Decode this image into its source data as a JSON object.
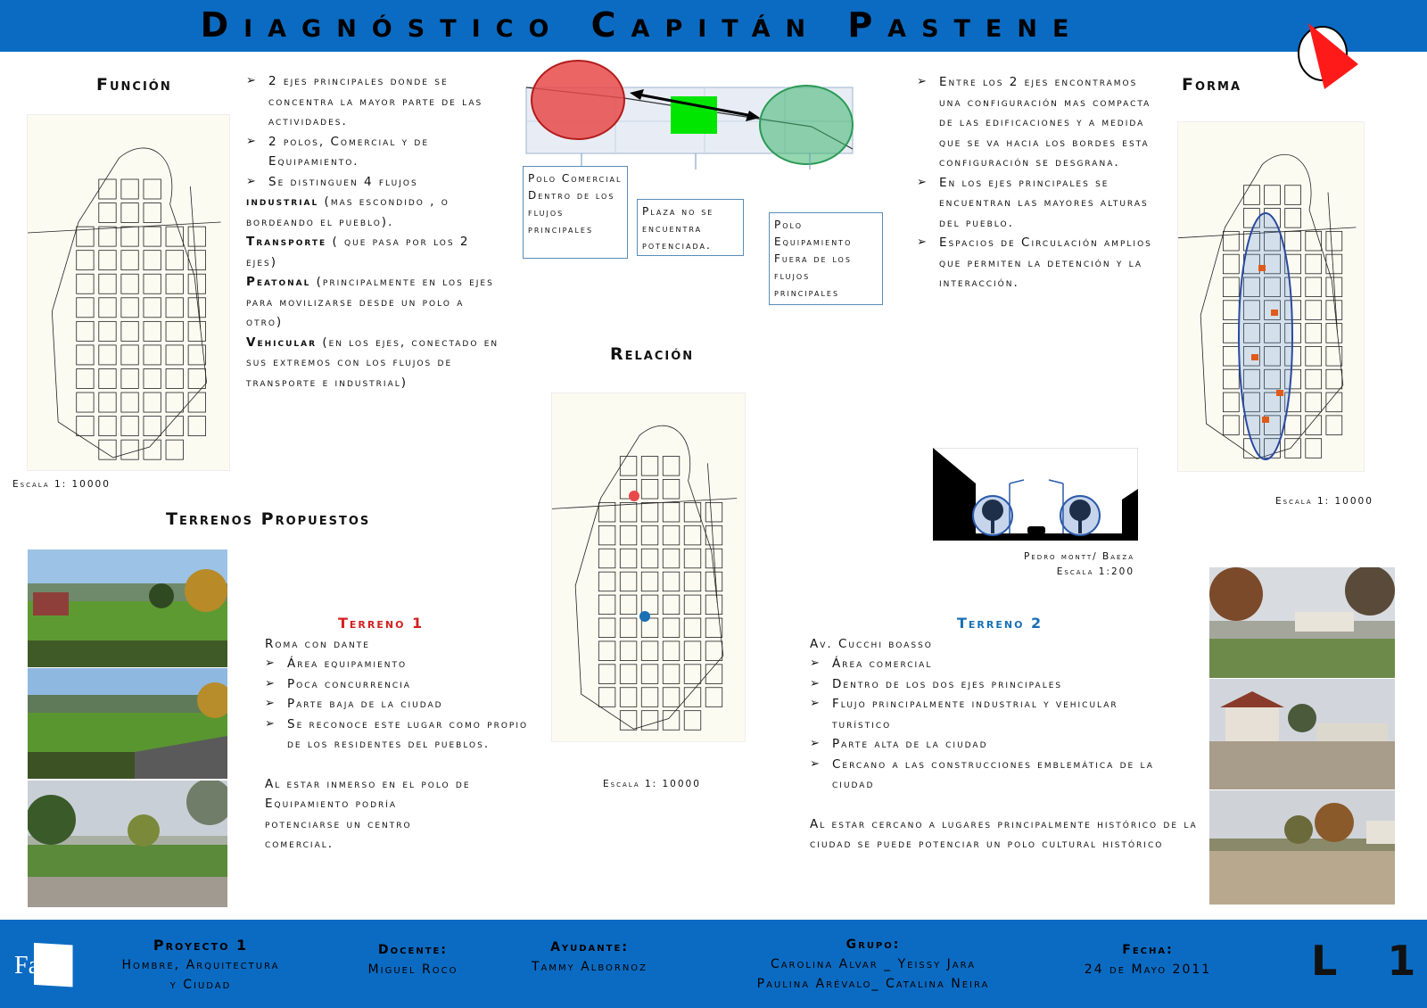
{
  "header": {
    "title": "Diagnóstico Capitán Pastene",
    "accent_color": "#0b6bc2"
  },
  "funcion": {
    "heading": "Función",
    "scale": "Escala 1: 10000",
    "bullet_1": "2 ejes principales donde se concentra la mayor parte de las actividades.",
    "bullet_2": "2 polos, Comercial y de Equipamiento.",
    "bullet_3": "Se distinguen 4 flujos",
    "flows": [
      {
        "name": "industrial",
        "desc": " (mas escondido , o bordeando el pueblo)."
      },
      {
        "name": "Transporte",
        "desc": " ( que pasa por los 2 ejes)"
      },
      {
        "name": "Peatonal",
        "desc": " (principalmente en los ejes para movilizarse desde un polo a otro)"
      },
      {
        "name": "Vehicular",
        "desc": " (en los ejes, conectado en sus extremos con los flujos de transporte e industrial)"
      }
    ]
  },
  "diagram": {
    "box_comercial": "Polo Comercial Dentro de los flujos principales",
    "box_plaza": "Plaza no se encuentra potenciada.",
    "box_equipamiento": "Polo Equipamiento Fuera de los flujos principales",
    "colors": {
      "comercial": "#e84a4a",
      "plaza": "#00e600",
      "equipamiento": "#3cb46e"
    }
  },
  "relacion": {
    "heading": "Relación",
    "scale": "Escala 1: 10000"
  },
  "forma": {
    "heading": "Forma",
    "scale": "Escala 1: 10000",
    "bullets": [
      "Entre los 2 ejes encontramos una configuración mas compacta de las edificaciones y a medida que se va hacia los bordes esta configuración se desgrana.",
      "En los ejes principales se encuentran las mayores alturas del pueblo.",
      "Espacios de Circulación amplios que permiten la detención y la interacción."
    ]
  },
  "section": {
    "caption_line1": "Pedro montt/ Baeza",
    "caption_line2": "Escala 1:200"
  },
  "terrenos": {
    "heading": "Terrenos Propuestos"
  },
  "terreno1": {
    "title": "Terreno 1",
    "title_color": "#d42020",
    "location": "Roma con dante",
    "bullets": [
      "Área equipamiento",
      "Poca concurrencia",
      "Parte baja de la ciudad",
      "Se reconoce este lugar como propio de los residentes del pueblos."
    ],
    "conclusion": "Al estar inmerso en el polo de Equipamiento podría potenciarse un centro comercial."
  },
  "terreno2": {
    "title": "Terreno 2",
    "title_color": "#1a6fb5",
    "location": "Av. Cucchi boasso",
    "bullets": [
      "Área comercial",
      "Dentro de los dos ejes principales",
      "Flujo principalmente industrial y vehicular turístico",
      "Parte alta de la ciudad",
      "Cercano a las construcciones emblemática de la ciudad"
    ],
    "conclusion": "Al estar cercano a lugares principalmente histórico  de la ciudad se puede potenciar un polo cultural histórico"
  },
  "footer": {
    "logo": "Faug",
    "proyecto_title": "Proyecto 1",
    "proyecto_sub": "Hombre, Arquitectura y Ciudad",
    "docente_label": "Docente:",
    "docente_name": "Miguel Roco",
    "ayudante_label": "Ayudante:",
    "ayudante_name": "Tammy Albornoz",
    "grupo_label": "Grupo:",
    "grupo_line1": "Carolina Alvar _ Yeissy Jara",
    "grupo_line2": "Paulina Arévalo_ Catalina Neira",
    "fecha_label": "Fecha:",
    "fecha_value": "24 de Mayo 2011",
    "sheet": "L 1"
  }
}
